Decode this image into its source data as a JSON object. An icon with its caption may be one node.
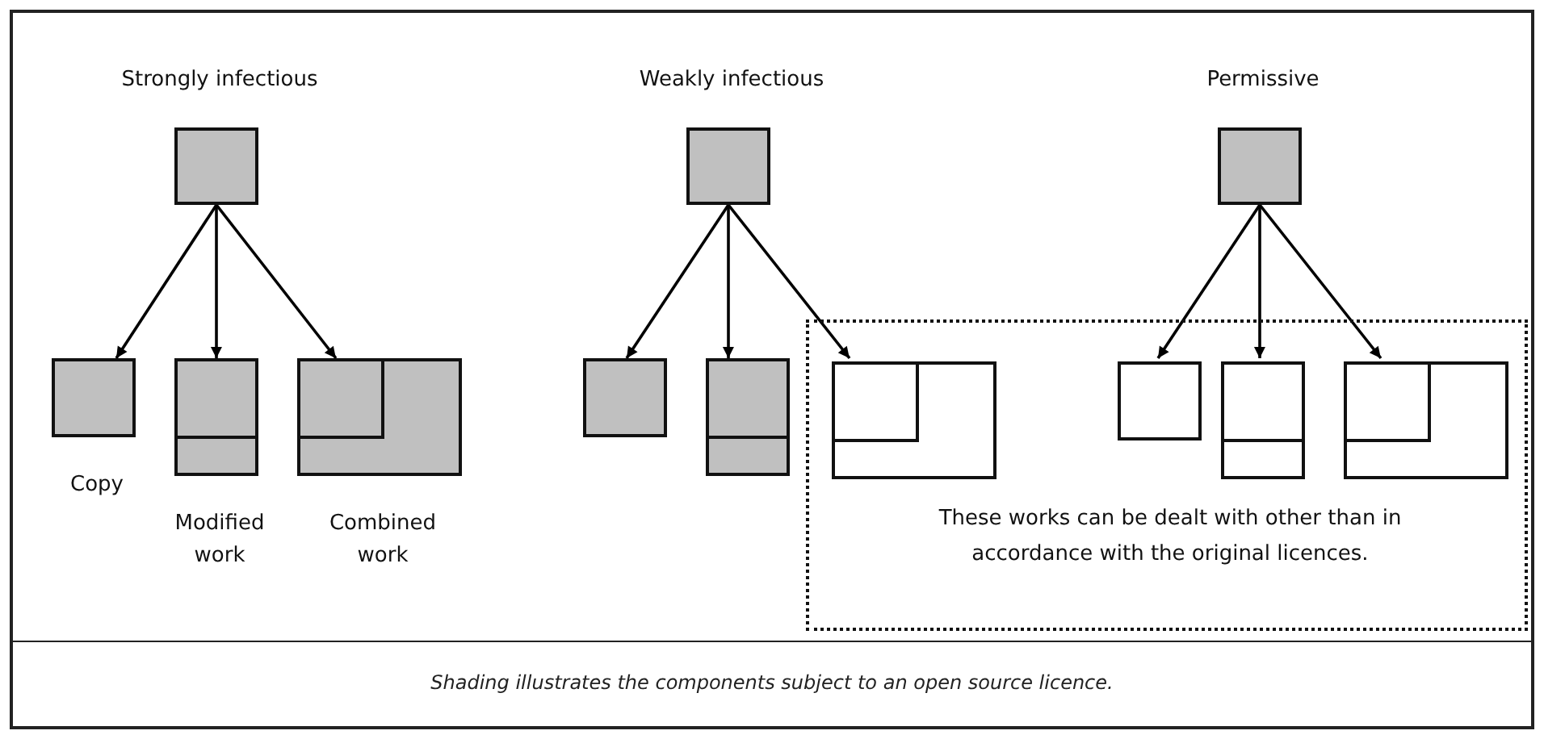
{
  "diagram": {
    "caption": "Shading illustrates the components subject to an open source licence.",
    "nodes": [
      {
        "text": [
          "Strongly infectious"
        ]
      },
      {
        "text": [
          "Copy"
        ]
      },
      {
        "text": [
          "Modified work"
        ]
      },
      {
        "text": [
          "Combined work"
        ]
      },
      {
        "text": [
          "Weakly infectious"
        ]
      },
      {
        "text": [],
        "shape": "box"
      },
      {
        "text": [],
        "shape": "box"
      },
      {
        "text": [
          "Permissive"
        ]
      },
      {
        "text": [
          "These works can be dealt with other than in accordance with the original licences."
        ]
      },
      {
        "text": [],
        "shape": "box",
        "in": 8
      },
      {
        "text": [],
        "shape": "box",
        "in": 8
      },
      {
        "text": [],
        "shape": "box",
        "in": 8
      },
      {
        "text": [],
        "shape": "box",
        "in": 8
      }
    ],
    "edges": [
      {
        "from": 0,
        "to": 1,
        "arrow": "to"
      },
      {
        "from": 0,
        "to": 2,
        "arrow": "to"
      },
      {
        "from": 0,
        "to": 3,
        "arrow": "to"
      },
      {
        "from": 4,
        "to": 5,
        "arrow": "to"
      },
      {
        "from": 4,
        "to": 6,
        "arrow": "to"
      },
      {
        "from": 4,
        "to": 9,
        "arrow": "to"
      },
      {
        "from": 7,
        "to": 10,
        "arrow": "to"
      },
      {
        "from": 7,
        "to": 11,
        "arrow": "to"
      },
      {
        "from": 7,
        "to": 12,
        "arrow": "to"
      }
    ]
  }
}
